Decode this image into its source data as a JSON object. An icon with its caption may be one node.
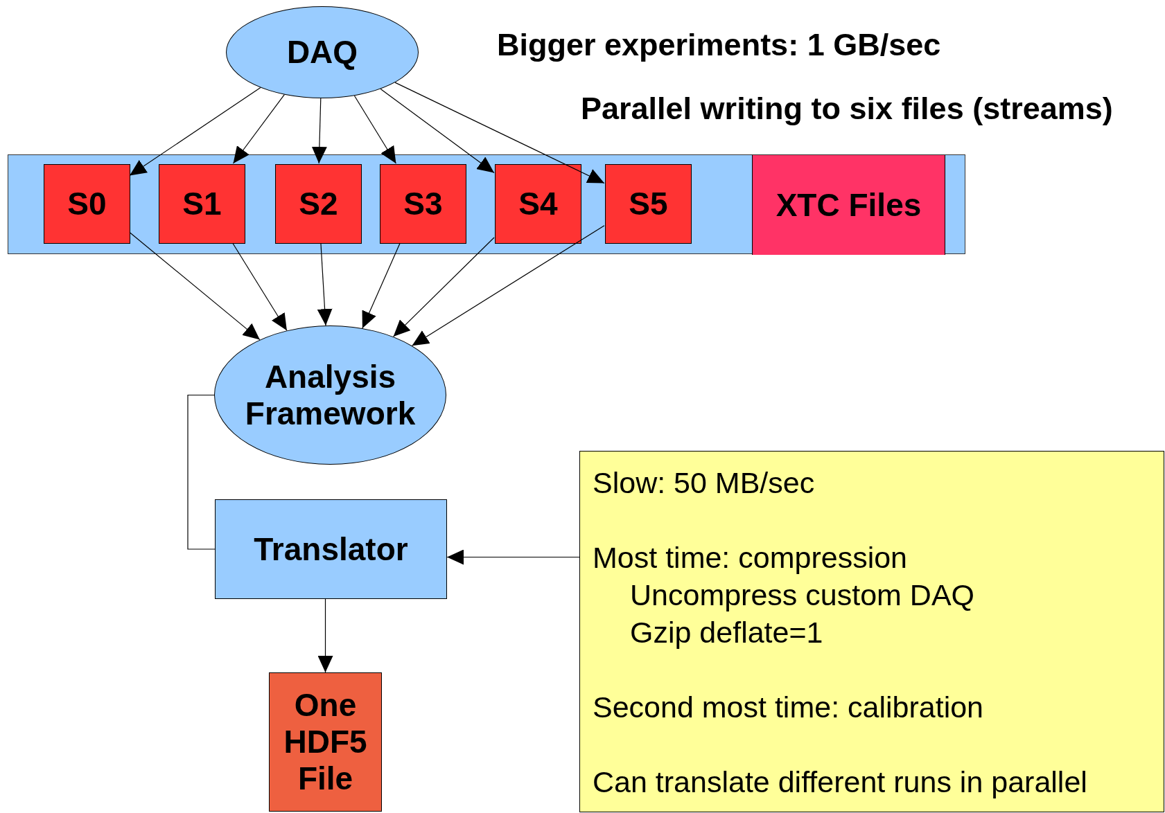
{
  "diagram": {
    "nodes": [
      {
        "text": [
          "DAQ"
        ]
      },
      {
        "text": [],
        "shape": "bar"
      },
      {
        "text": [
          "S0"
        ],
        "in": 1
      },
      {
        "text": [
          "S1"
        ],
        "in": 1
      },
      {
        "text": [
          "S2"
        ],
        "in": 1
      },
      {
        "text": [
          "S3"
        ],
        "in": 1
      },
      {
        "text": [
          "S4"
        ],
        "in": 1
      },
      {
        "text": [
          "S5"
        ],
        "in": 1
      },
      {
        "text": [
          "XTC Files"
        ],
        "in": 1
      },
      {
        "text": [
          "Analysis Framework"
        ]
      },
      {
        "text": [
          "Translator"
        ]
      },
      {
        "text": [
          "One HDF5 File"
        ]
      },
      {
        "text": [
          "Slow: 50 MB/sec",
          "Most time: compression",
          "Uncompress custom DAQ",
          "Gzip deflate=1",
          "Second most time: calibration",
          "Can translate different runs in parallel"
        ]
      }
    ],
    "edges": [
      {
        "from": 0,
        "to": 2,
        "arrow": "to"
      },
      {
        "from": 0,
        "to": 3,
        "arrow": "to"
      },
      {
        "from": 0,
        "to": 4,
        "arrow": "to"
      },
      {
        "from": 0,
        "to": 5,
        "arrow": "to"
      },
      {
        "from": 0,
        "to": 6,
        "arrow": "to"
      },
      {
        "from": 0,
        "to": 7,
        "arrow": "to"
      },
      {
        "from": 2,
        "to": 9,
        "arrow": "to"
      },
      {
        "from": 3,
        "to": 9,
        "arrow": "to"
      },
      {
        "from": 4,
        "to": 9,
        "arrow": "to"
      },
      {
        "from": 5,
        "to": 9,
        "arrow": "to"
      },
      {
        "from": 6,
        "to": 9,
        "arrow": "to"
      },
      {
        "from": 7,
        "to": 9,
        "arrow": "to"
      },
      {
        "from": 9,
        "to": 10,
        "arrow": "none"
      },
      {
        "from": 12,
        "to": 10,
        "arrow": "to"
      },
      {
        "from": 10,
        "to": 11,
        "arrow": "to"
      }
    ],
    "labels": [
      "Bigger experiments: 1 GB/sec",
      "Parallel writing to six files (streams)"
    ]
  }
}
